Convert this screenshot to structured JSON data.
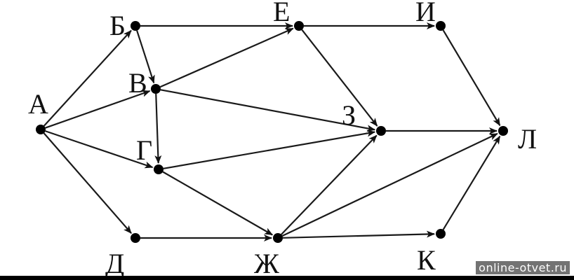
{
  "nodes": [
    {
      "id": "A",
      "label": "А"
    },
    {
      "id": "B",
      "label": "Б"
    },
    {
      "id": "V",
      "label": "В"
    },
    {
      "id": "G",
      "label": "Г"
    },
    {
      "id": "D",
      "label": "Д"
    },
    {
      "id": "E",
      "label": "Е"
    },
    {
      "id": "Zh",
      "label": "Ж"
    },
    {
      "id": "Z",
      "label": "З"
    },
    {
      "id": "I",
      "label": "И"
    },
    {
      "id": "K",
      "label": "К"
    },
    {
      "id": "L",
      "label": "Л"
    }
  ],
  "edges": [
    [
      "A",
      "B"
    ],
    [
      "A",
      "V"
    ],
    [
      "A",
      "G"
    ],
    [
      "A",
      "D"
    ],
    [
      "B",
      "V"
    ],
    [
      "B",
      "E"
    ],
    [
      "V",
      "G"
    ],
    [
      "V",
      "E"
    ],
    [
      "V",
      "Z"
    ],
    [
      "G",
      "Z"
    ],
    [
      "G",
      "Zh"
    ],
    [
      "D",
      "Zh"
    ],
    [
      "E",
      "I"
    ],
    [
      "E",
      "Z"
    ],
    [
      "Zh",
      "Z"
    ],
    [
      "Zh",
      "L"
    ],
    [
      "Zh",
      "K"
    ],
    [
      "Z",
      "L"
    ],
    [
      "I",
      "L"
    ],
    [
      "K",
      "L"
    ]
  ],
  "watermark": "online-otvet.ru"
}
